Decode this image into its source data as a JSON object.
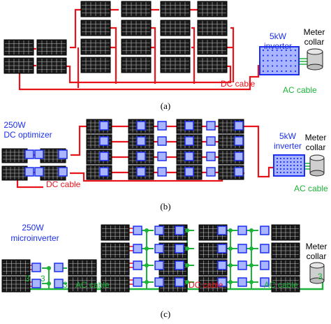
{
  "colors": {
    "dc": "#e8141c",
    "ac": "#1db33a",
    "device": "#1b2ff0",
    "device_fill": "#a9b5ff",
    "panel_fill": "#1a1a1a",
    "panel_grid": "#bdbdbd"
  },
  "panel_a": {
    "subfig_label": "(a)",
    "inverter_label_line1": "5kW",
    "inverter_label_line2": "inverter",
    "meter_label_line1": "Meter",
    "meter_label_line2": "collar",
    "dc_cable_label": "DC cable",
    "ac_cable_label": "AC cable"
  },
  "panel_b": {
    "subfig_label": "(b)",
    "optimizer_label_line1": "250W",
    "optimizer_label_line2": "DC optimizer",
    "inverter_label_line1": "5kW",
    "inverter_label_line2": "inverter",
    "meter_label_line1": "Meter",
    "meter_label_line2": "collar",
    "dc_cable_label": "DC cable",
    "ac_cable_label": "AC cable"
  },
  "panel_c": {
    "subfig_label": "(c)",
    "micro_label_line1": "250W",
    "micro_label_line2": "microinverter",
    "meter_label_line1": "Meter",
    "meter_label_line2": "collar",
    "ac_cable_label_left": "AC cable",
    "ac_cable_label_right": "AC cable",
    "dc_cable_label": "DC cable",
    "wire_count_1": "3",
    "wire_count_2": "3",
    "wire_count_3": "3",
    "wire_count_4": "3"
  }
}
